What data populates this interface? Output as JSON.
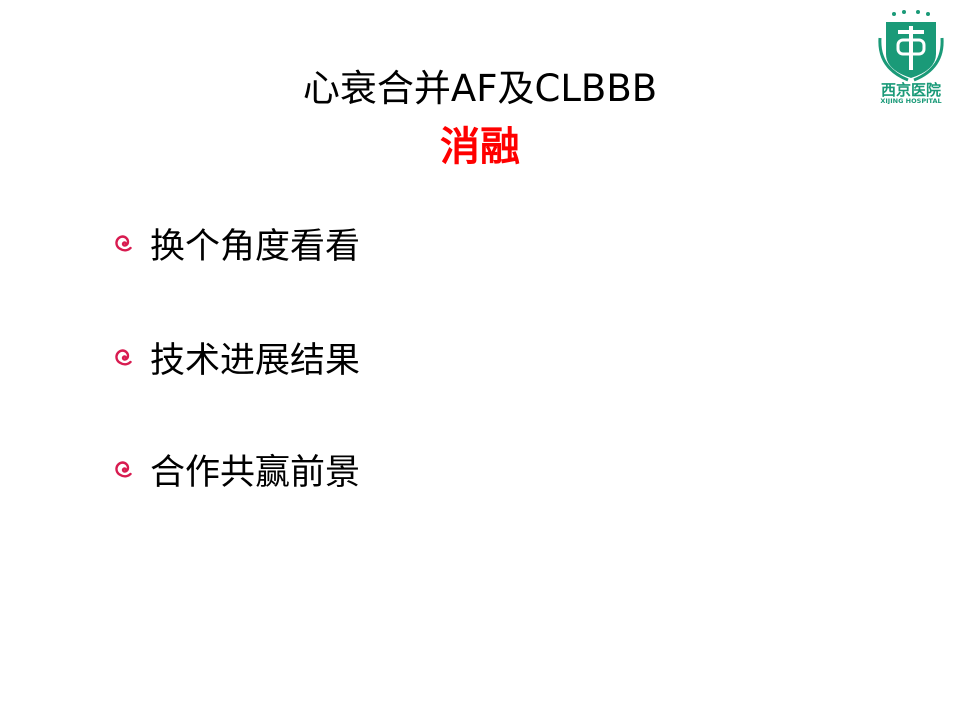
{
  "slide": {
    "title": "心衰合并AF及CLBBB",
    "subtitle": "消融",
    "bullets": [
      "换个角度看看",
      "技术进展结果",
      "合作共赢前景"
    ],
    "logo": {
      "name_cn": "西京医院",
      "name_en": "XIJING HOSPITAL"
    },
    "colors": {
      "subtitle": "#ff0000",
      "bullet": "#d81b50",
      "logo": "#1a9a78"
    }
  }
}
